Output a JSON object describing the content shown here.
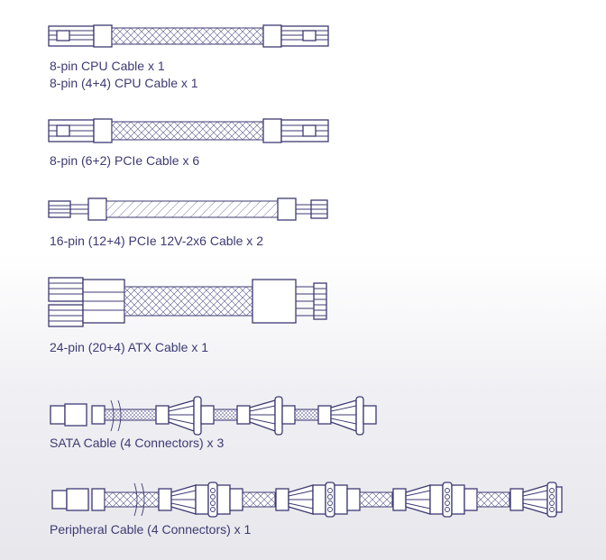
{
  "colors": {
    "ink": "#3d3a72",
    "background_top": "#ffffff",
    "background_bottom": "#e7e7ec"
  },
  "cables": [
    {
      "labels": [
        "8-pin CPU Cable x 1",
        "8-pin (4+4) CPU Cable x 1"
      ]
    },
    {
      "labels": [
        "8-pin (6+2) PCIe Cable x 6"
      ]
    },
    {
      "labels": [
        "16-pin (12+4) PCIe 12V-2x6 Cable x 2"
      ]
    },
    {
      "labels": [
        "24-pin (20+4) ATX Cable x 1"
      ]
    },
    {
      "labels": [
        "SATA Cable (4 Connectors) x 3"
      ]
    },
    {
      "labels": [
        "Peripheral Cable (4 Connectors) x 1"
      ]
    }
  ]
}
